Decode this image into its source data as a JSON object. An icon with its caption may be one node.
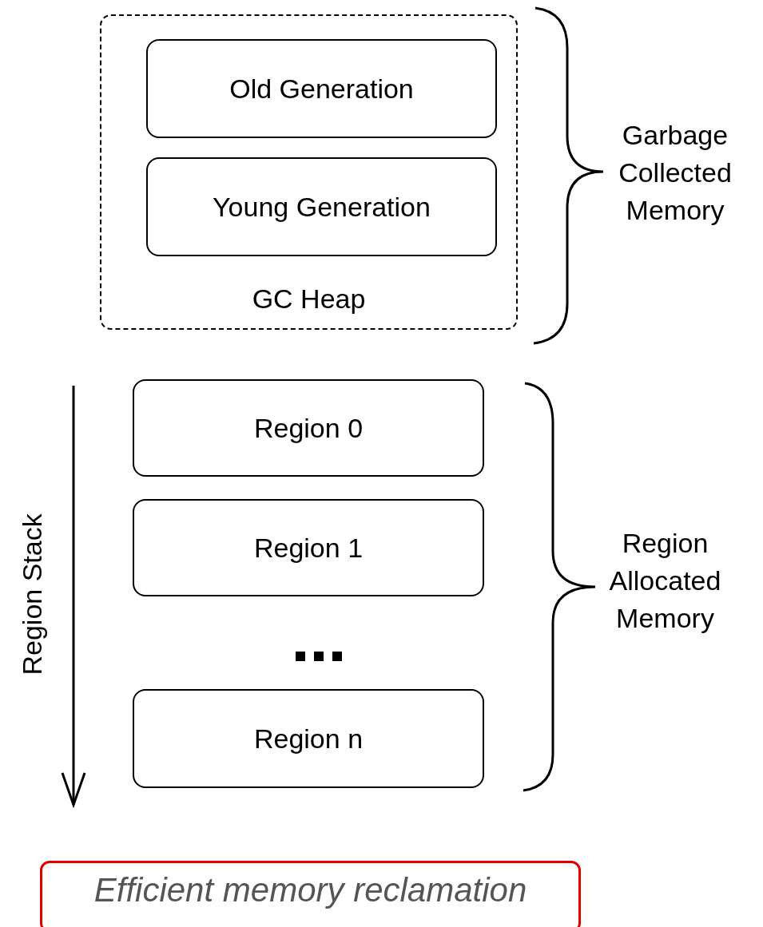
{
  "diagram": {
    "nodes": [
      {
        "text": [
          "GC Heap"
        ]
      },
      {
        "text": [
          "Old Generation"
        ],
        "in": 0
      },
      {
        "text": [
          "Young Generation"
        ],
        "in": 0
      },
      {
        "text": [
          "Region 0"
        ]
      },
      {
        "text": [
          "Region 1"
        ]
      },
      {
        "text": [
          "Region n"
        ]
      },
      {
        "text": [
          "Efficient memory reclamation"
        ]
      }
    ],
    "edges": [],
    "labels": [
      "Garbage Collected Memory",
      "Region Stack",
      "Region Allocated Memory"
    ]
  }
}
